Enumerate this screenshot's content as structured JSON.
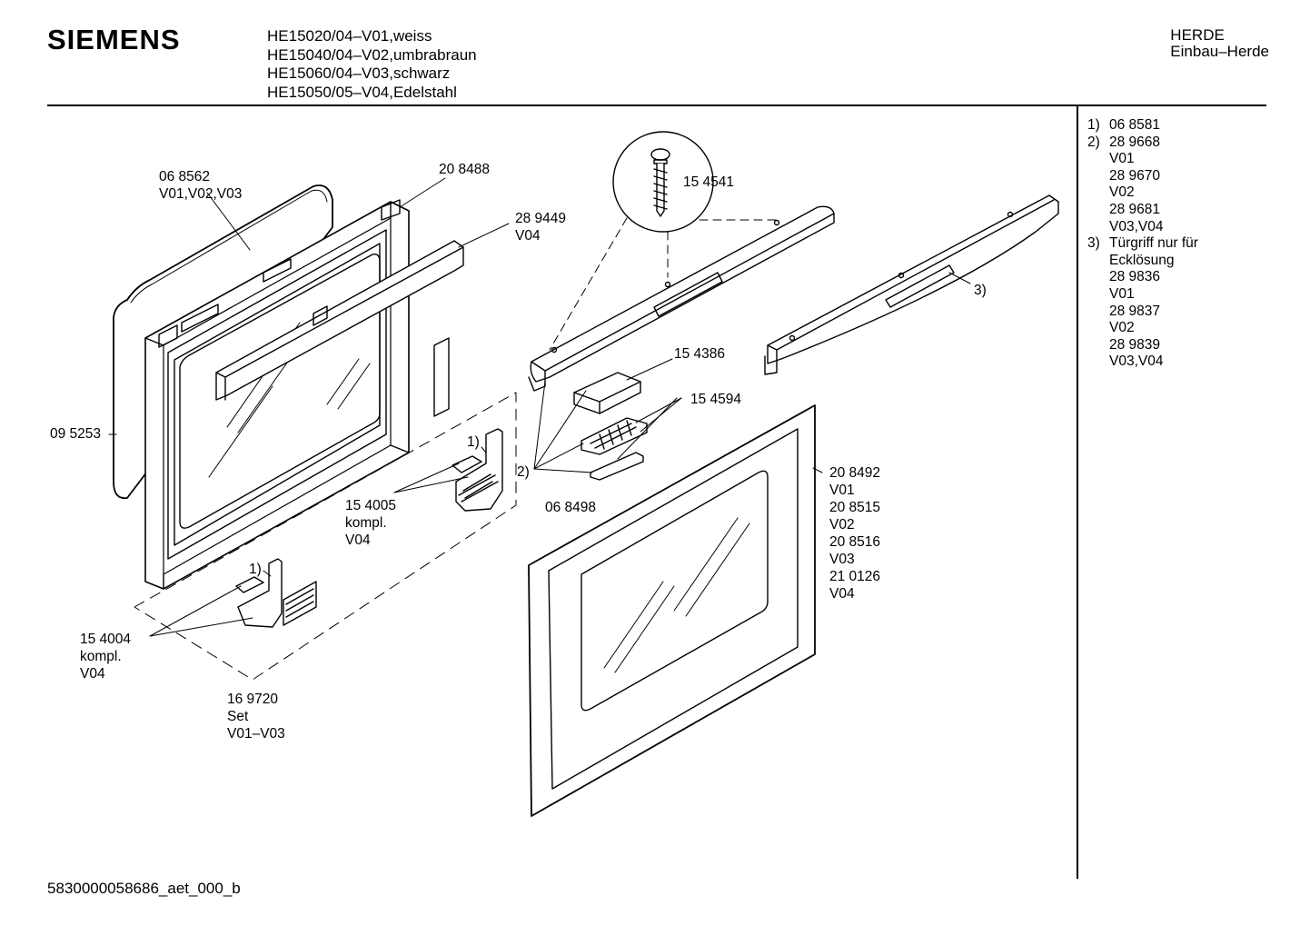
{
  "header": {
    "brand": "SIEMENS",
    "models": [
      "HE15020/04–V01,weiss",
      "HE15040/04–V02,umbrabraun",
      "HE15060/04–V03,schwarz",
      "HE15050/05–V04,Edelstahl"
    ],
    "category_line1": "HERDE",
    "category_line2": "Einbau–Herde"
  },
  "labels": {
    "l068562": "06 8562",
    "l068562v": "V01,V02,V03",
    "l208488": "20 8488",
    "l289449": "28 9449",
    "l289449v": "V04",
    "l154541": "15 4541",
    "l095253": "09 5253",
    "l154386": "15 4386",
    "l154594": "15 4594",
    "l1a": "1)",
    "l2": "2)",
    "l154005": "15 4005",
    "l154005k": "kompl.",
    "l154005v": "V04",
    "l068498": "06 8498",
    "l1b": "1)",
    "l154004": "15 4004",
    "l154004k": "kompl.",
    "l154004v": "V04",
    "l169720": "16 9720",
    "l169720s": "Set",
    "l169720v": "V01–V03",
    "l3": "3)",
    "l208492": "20 8492",
    "l208492v": "V01",
    "l208515": "20 8515",
    "l208515v": "V02",
    "l208516": "20 8516",
    "l208516v": "V03",
    "l210126": "21 0126",
    "l210126v": "V04"
  },
  "legend": {
    "n1": "1)",
    "n1_line1": "06 8581",
    "n2": "2)",
    "n2_line1": "28 9668",
    "n2_line2": "V01",
    "n2_line3": "28 9670",
    "n2_line4": "V02",
    "n2_line5": "28 9681",
    "n2_line6": "V03,V04",
    "n3": "3)",
    "n3_line1": "Türgriff nur für",
    "n3_line2": "Ecklösung",
    "n3_line3": "28 9836",
    "n3_line4": "V01",
    "n3_line5": "28 9837",
    "n3_line6": "V02",
    "n3_line7": "28 9839",
    "n3_line8": "V03,V04"
  },
  "footer": {
    "code": "5830000058686_aet_000_b"
  }
}
